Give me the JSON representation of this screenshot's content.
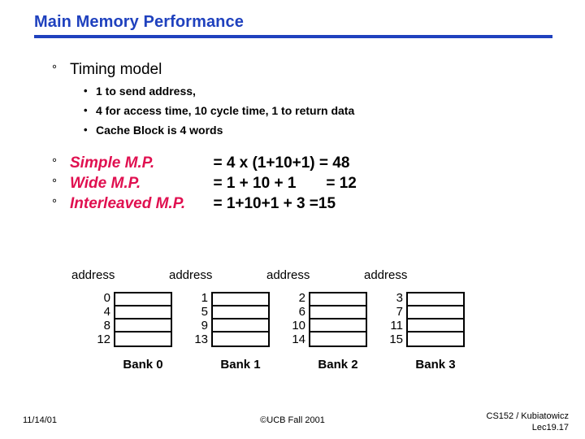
{
  "slide": {
    "title": "Main Memory Performance",
    "title_color": "#1F41BE",
    "accent_red": "#E01050",
    "bullet_glyph": "°",
    "subbullet_glyph": "•"
  },
  "body": {
    "heading": "Timing model",
    "sub_items": [
      "1 to send address,",
      "4 for access time, 10 cycle time, 1 to return data",
      "Cache Block is 4 words"
    ]
  },
  "equations": [
    {
      "label": "Simple M.P.",
      "expr": "= 4 x (1+10+1) = 48"
    },
    {
      "label": "Wide M.P.",
      "expr": "= 1 + 10 + 1       = 12"
    },
    {
      "label": "Interleaved M.P.",
      "expr": "= 1+10+1 + 3 =15"
    }
  ],
  "diagram": {
    "address_label": "address",
    "banks": [
      {
        "name": "Bank 0",
        "addresses": [
          "0",
          "4",
          "8",
          "12"
        ]
      },
      {
        "name": "Bank 1",
        "addresses": [
          "1",
          "5",
          "9",
          "13"
        ]
      },
      {
        "name": "Bank 2",
        "addresses": [
          "2",
          "6",
          "10",
          "14"
        ]
      },
      {
        "name": "Bank 3",
        "addresses": [
          "3",
          "7",
          "11",
          "15"
        ]
      }
    ]
  },
  "footer": {
    "date": "11/14/01",
    "center": "©UCB Fall 2001",
    "right_line1": "CS152 / Kubiatowicz",
    "right_line2": "Lec19.17"
  }
}
